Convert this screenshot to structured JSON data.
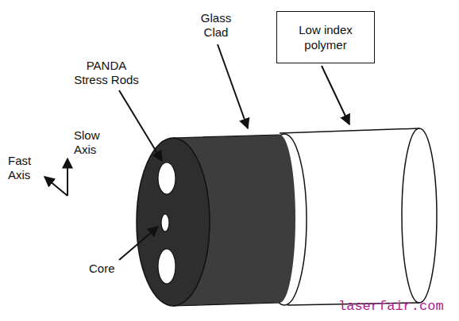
{
  "diagram": {
    "nodes": [
      {
        "text": [
          "Low index polymer"
        ]
      }
    ],
    "edges": [],
    "labels": [
      "Glass Clad",
      "PANDA Stress Rods",
      "Slow Axis",
      "Fast Axis",
      "Core",
      "laserfair.com"
    ]
  }
}
